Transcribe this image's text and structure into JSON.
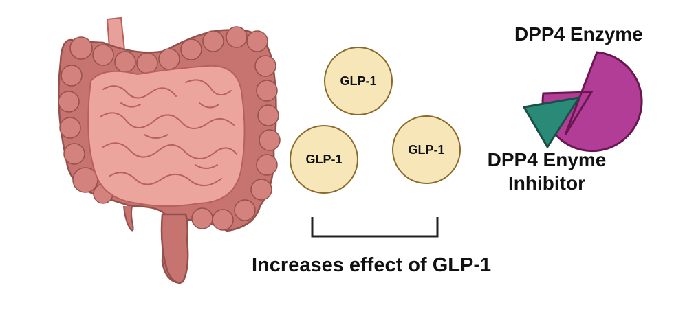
{
  "labels": {
    "enzyme": "DPP4 Enzyme",
    "inhibitor_line1": "DPP4 Enyme",
    "inhibitor_line2": "Inhibitor",
    "caption": "Increases effect of GLP-1"
  },
  "glp_circles": [
    "GLP-1",
    "GLP-1",
    "GLP-1"
  ],
  "colors": {
    "intestine_outer": "#c7736f",
    "intestine_inner": "#eba59c",
    "esophagus": "#e8a19a",
    "enzyme_fill": "#b23d96",
    "enzyme_stroke": "#6a1650",
    "inhibitor_fill": "#2a8a78",
    "inhibitor_stroke": "#1a4f45",
    "glp_fill": "#f6e6b8",
    "glp_stroke": "#8a6a2a",
    "bracket": "#222222"
  },
  "icons": [
    "intestine-icon",
    "dpp4-enzyme-icon",
    "dpp4-inhibitor-icon"
  ]
}
